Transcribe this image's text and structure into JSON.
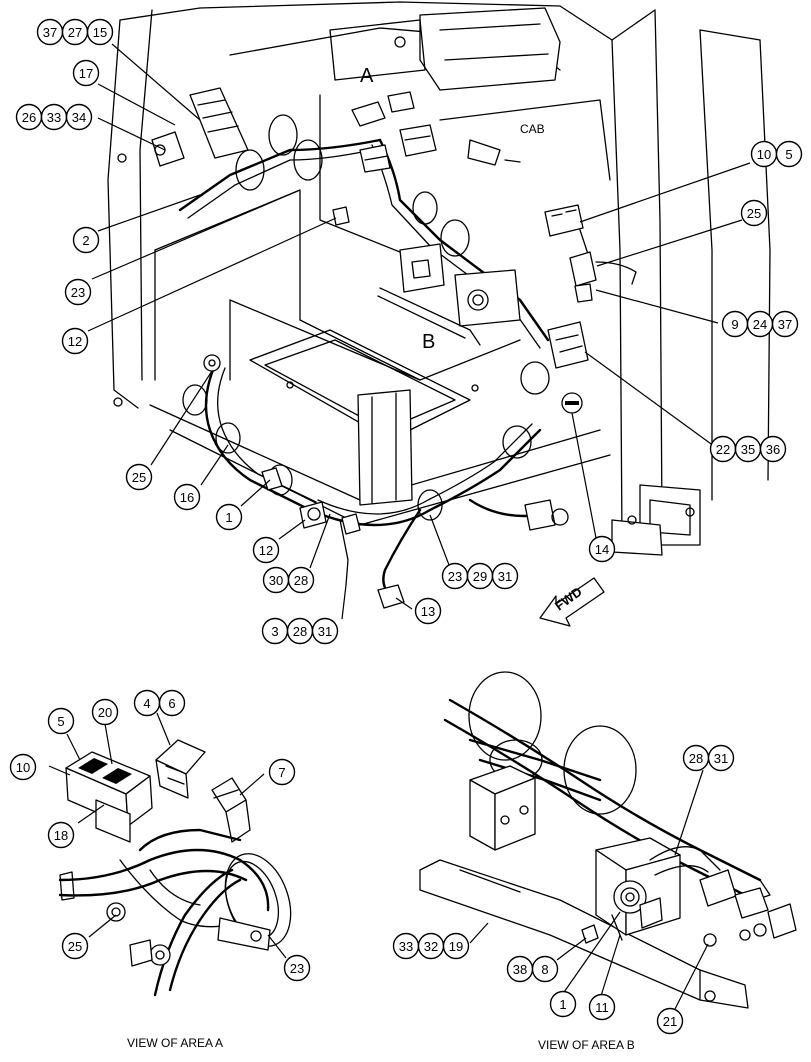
{
  "labels": {
    "area_a_marker": "A",
    "area_b_marker": "B",
    "cab": "CAB",
    "fwd": "FWD",
    "view_a_caption": "VIEW OF AREA A",
    "view_b_caption": "VIEW OF AREA B"
  },
  "callouts": [
    {
      "id": "c37-27-15",
      "numbers": [
        "37",
        "27",
        "15"
      ]
    },
    {
      "id": "c17",
      "numbers": [
        "17"
      ]
    },
    {
      "id": "c26-33-34",
      "numbers": [
        "26",
        "33",
        "34"
      ]
    },
    {
      "id": "c2",
      "numbers": [
        "2"
      ]
    },
    {
      "id": "c23-top",
      "numbers": [
        "23"
      ]
    },
    {
      "id": "c12-top",
      "numbers": [
        "12"
      ]
    },
    {
      "id": "c10-5-top",
      "numbers": [
        "10",
        "5"
      ]
    },
    {
      "id": "c25-right",
      "numbers": [
        "25"
      ]
    },
    {
      "id": "c9-24-37",
      "numbers": [
        "9",
        "24",
        "37"
      ]
    },
    {
      "id": "c22-35-36",
      "numbers": [
        "22",
        "35",
        "36"
      ]
    },
    {
      "id": "c25-left",
      "numbers": [
        "25"
      ]
    },
    {
      "id": "c16",
      "numbers": [
        "16"
      ]
    },
    {
      "id": "c1-top",
      "numbers": [
        "1"
      ]
    },
    {
      "id": "c12-low",
      "numbers": [
        "12"
      ]
    },
    {
      "id": "c30-28",
      "numbers": [
        "30",
        "28"
      ]
    },
    {
      "id": "c14",
      "numbers": [
        "14"
      ]
    },
    {
      "id": "c23-29-31",
      "numbers": [
        "23",
        "29",
        "31"
      ]
    },
    {
      "id": "c13",
      "numbers": [
        "13"
      ]
    },
    {
      "id": "c3-28-31",
      "numbers": [
        "3",
        "28",
        "31"
      ]
    },
    {
      "id": "c5-a",
      "numbers": [
        "5"
      ]
    },
    {
      "id": "c20-a",
      "numbers": [
        "20"
      ]
    },
    {
      "id": "c4-6-a",
      "numbers": [
        "4",
        "6"
      ]
    },
    {
      "id": "c10-a",
      "numbers": [
        "10"
      ]
    },
    {
      "id": "c7-a",
      "numbers": [
        "7"
      ]
    },
    {
      "id": "c18-a",
      "numbers": [
        "18"
      ]
    },
    {
      "id": "c25-a",
      "numbers": [
        "25"
      ]
    },
    {
      "id": "c23-a",
      "numbers": [
        "23"
      ]
    },
    {
      "id": "c28-31-b",
      "numbers": [
        "28",
        "31"
      ]
    },
    {
      "id": "c33-32-19-b",
      "numbers": [
        "33",
        "32",
        "19"
      ]
    },
    {
      "id": "c38-8-b",
      "numbers": [
        "38",
        "8"
      ]
    },
    {
      "id": "c1-b",
      "numbers": [
        "1"
      ]
    },
    {
      "id": "c11-b",
      "numbers": [
        "11"
      ]
    },
    {
      "id": "c21-b",
      "numbers": [
        "21"
      ]
    }
  ]
}
